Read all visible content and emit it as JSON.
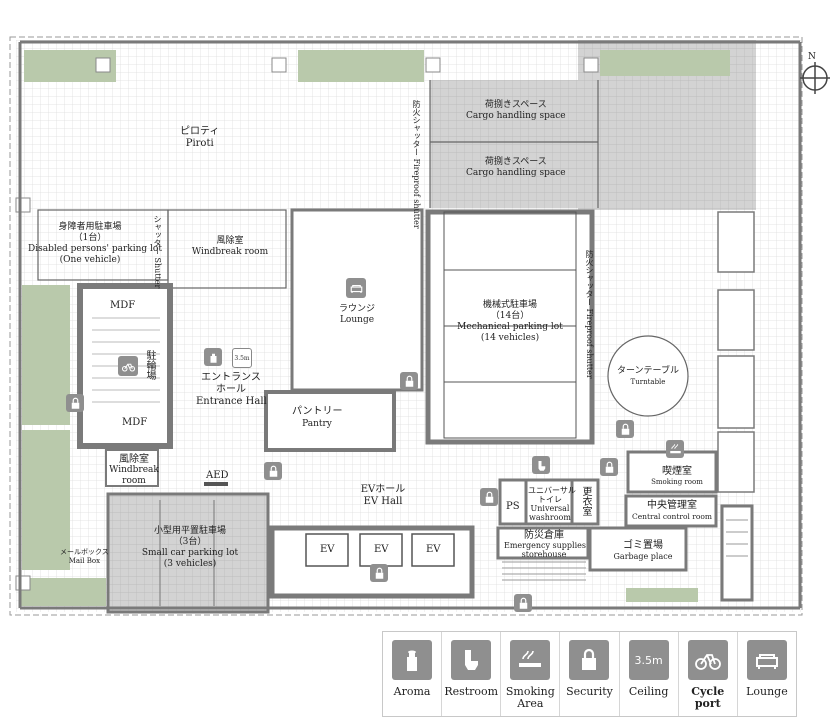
{
  "rooms": {
    "piloti": {
      "ja": "ピロティ",
      "en": "Piroti"
    },
    "cargo1": {
      "ja": "荷捌きスペース",
      "en": "Cargo handling space"
    },
    "cargo2": {
      "ja": "荷捌きスペース",
      "en": "Cargo handling space"
    },
    "fire_shutter_top": "防火シャッター Fireproof shutter",
    "fire_shutter_right": "防火シャッター Fireproof shutter",
    "shutter_left": "シャッター Shutter",
    "disabled_parking": {
      "ja1": "身障者用駐車場",
      "ja2": "（1台）",
      "en1": "Disabled persons' parking lot",
      "en2": "(One vehicle)"
    },
    "windbreak_top": {
      "ja": "風除室",
      "en": "Windbreak room"
    },
    "lounge": {
      "ja": "ラウンジ",
      "en": "Lounge"
    },
    "mechanical_parking": {
      "ja1": "機械式駐車場",
      "ja2": "（14台）",
      "en1": "Mechanical parking lot",
      "en2": "(14 vehicles)"
    },
    "turntable": {
      "ja": "ターンテーブル",
      "en": "Turntable"
    },
    "mdf_top": "MDF",
    "mdf_bottom": "MDF",
    "bicycle_parking": "駐輪場",
    "entrance_hall": {
      "ja1": "エントランス",
      "ja2": "ホール",
      "en": "Entrance Hall"
    },
    "pantry": {
      "ja": "パントリー",
      "en": "Pantry"
    },
    "windbreak_bottom": {
      "ja": "風除室",
      "en1": "Windbreak",
      "en2": "room"
    },
    "aed": "AED",
    "ev_hall": {
      "ja": "EVホール",
      "en": "EV Hall"
    },
    "ps": "PS",
    "universal_washroom": {
      "ja1": "ユニバーサル",
      "ja2": "トイレ",
      "en1": "Universal",
      "en2": "washroom"
    },
    "changing_room": "更衣室",
    "smoking_room": {
      "ja": "喫煙室",
      "en": "Smoking room"
    },
    "central_control": {
      "ja": "中央管理室",
      "en": "Central control room"
    },
    "small_car_parking": {
      "ja1": "小型用平置駐車場",
      "ja2": "（3台）",
      "en1": "Small car parking lot",
      "en2": "(3 vehicles)"
    },
    "mailbox": {
      "ja": "メールボックス",
      "en": "Mail Box"
    },
    "ev": [
      "EV",
      "EV",
      "EV"
    ],
    "emergency_storehouse": {
      "ja": "防災倉庫",
      "en1": "Emergency supplies",
      "en2": "storehouse"
    },
    "garbage": {
      "ja": "ゴミ置場",
      "en": "Garbage place"
    },
    "ceiling_value": "3.5m",
    "compass_north": "N"
  },
  "legend": [
    {
      "icon": "aroma-icon",
      "label": "Aroma"
    },
    {
      "icon": "restroom-icon",
      "label": "Restroom"
    },
    {
      "icon": "smoking-icon",
      "label": "Smoking Area"
    },
    {
      "icon": "security-icon",
      "label": "Security"
    },
    {
      "icon": "ceiling-icon",
      "label": "Ceiling",
      "value": "3.5m"
    },
    {
      "icon": "cycle-icon",
      "label": "Cycle port"
    },
    {
      "icon": "lounge-icon",
      "label": "Lounge"
    }
  ],
  "colors": {
    "grid": "#d9d9d9",
    "wall": "#7a7a7a",
    "planter": "#b9c9ab",
    "icon": "#8f8f8f",
    "cargo": "#c4c4c4"
  }
}
